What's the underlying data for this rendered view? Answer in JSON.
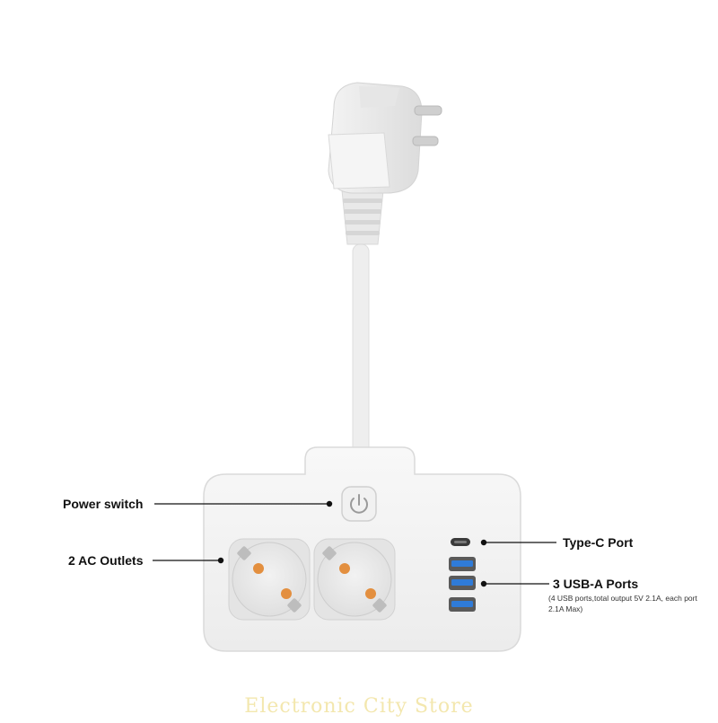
{
  "callouts": {
    "power_switch": "Power switch",
    "ac_outlets": "2 AC Outlets",
    "type_c": "Type-C Port",
    "usb_a": "3 USB-A Ports",
    "usb_a_note": "(4 USB ports,total output 5V 2.1A, each port 2.1A Max)"
  },
  "watermark": "Electronic City Store",
  "colors": {
    "body": "#f4f4f4",
    "outlet_contact": "#e38f3f",
    "usb_port": "#2f7bd8",
    "power_icon": "#9a9a9a"
  },
  "icons": {
    "power": "power-symbol-icon"
  }
}
